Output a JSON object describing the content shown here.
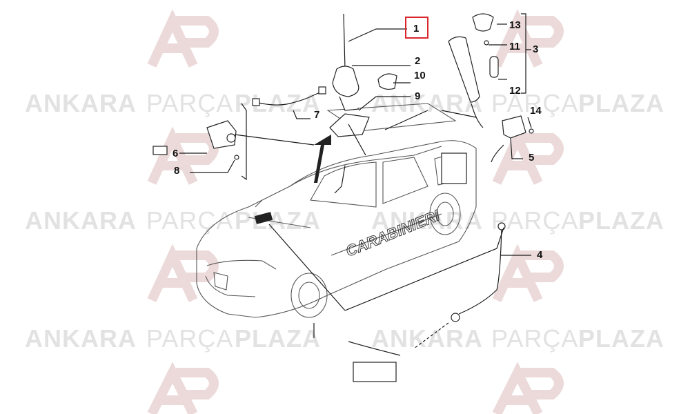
{
  "watermark": {
    "brand_bold_1": "ANKARA",
    "brand_light": "PARÇA",
    "brand_bold_2": "PLAZA",
    "logo_letters": "AP",
    "accent_color": "#e8d3d3"
  },
  "callouts": [
    {
      "id": "1",
      "highlighted": true
    },
    {
      "id": "2"
    },
    {
      "id": "10"
    },
    {
      "id": "9"
    },
    {
      "id": "7"
    },
    {
      "id": "6"
    },
    {
      "id": "8"
    },
    {
      "id": "13"
    },
    {
      "id": "11"
    },
    {
      "id": "3"
    },
    {
      "id": "12"
    },
    {
      "id": "14"
    },
    {
      "id": "5"
    },
    {
      "id": "4"
    }
  ],
  "car_door_text": "CARABINIERI",
  "highlight_color": "#d9262c"
}
